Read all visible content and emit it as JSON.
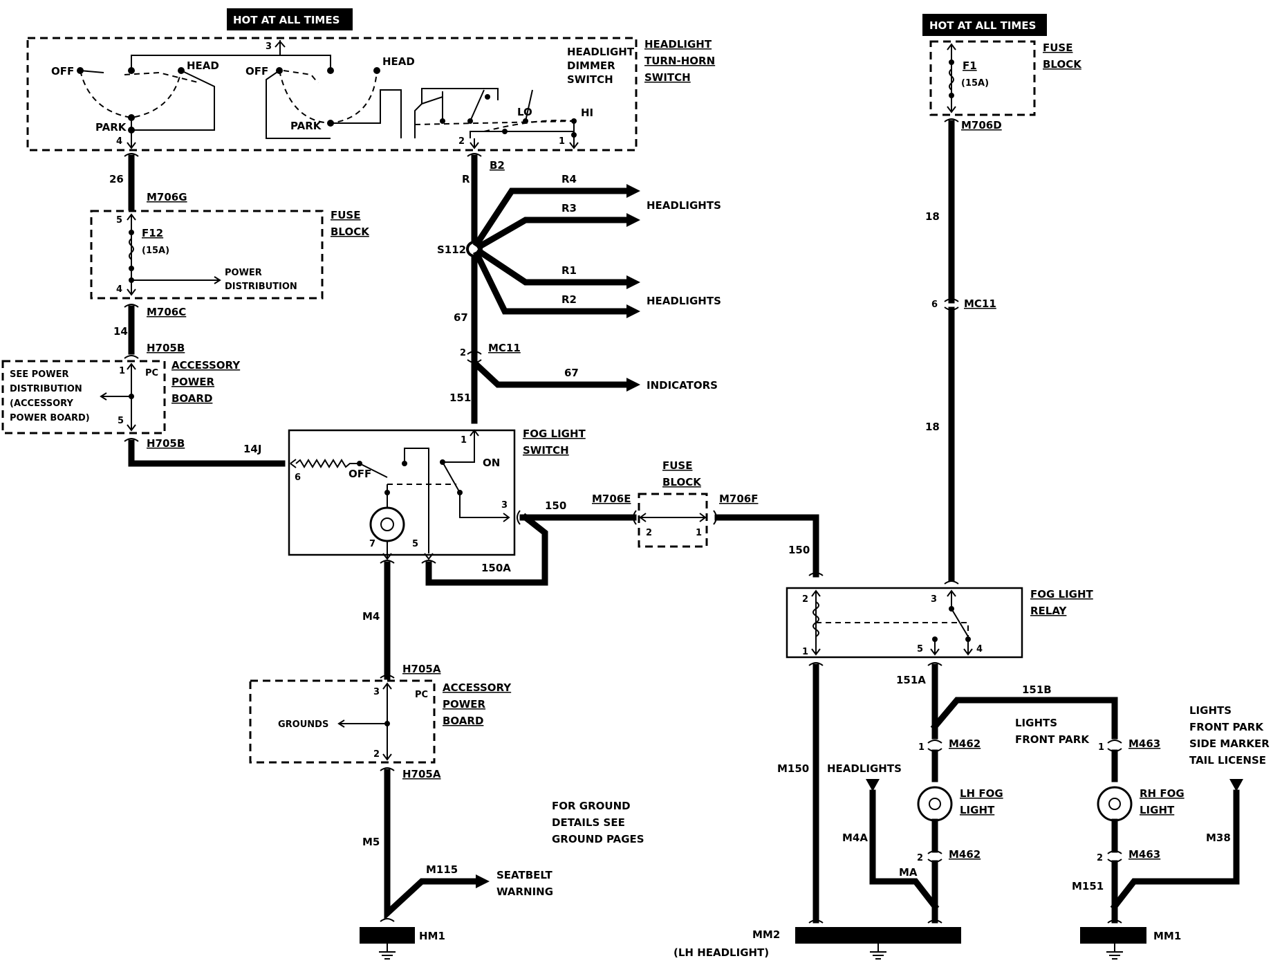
{
  "labels": {
    "hot1": "HOT AT ALL TIMES",
    "hot2": "HOT AT ALL TIMES",
    "headlight_switch_title": [
      "HEADLIGHT",
      "TURN-HORN",
      "SWITCH"
    ],
    "dimmer_switch": [
      "HEADLIGHT",
      "DIMMER",
      "SWITCH"
    ],
    "off1": "OFF",
    "head1": "HEAD",
    "park1": "PARK",
    "off2": "OFF",
    "head2": "HEAD",
    "park2": "PARK",
    "lo": "LO",
    "hi": "HI",
    "pin3_top": "3",
    "pin4_top": "4",
    "pin2_top": "2",
    "pin1_top": "1",
    "wire_26": "26",
    "m706g": "M706G",
    "fuse_block_1": [
      "FUSE",
      "BLOCK"
    ],
    "f12": "F12",
    "f12_amp": "(15A)",
    "pin5_f12": "5",
    "pin4_f12": "4",
    "power_distribution": [
      "POWER",
      "DISTRIBUTION"
    ],
    "m706c": "M706C",
    "wire_14": "14",
    "h705b_1": "H705B",
    "see_power": [
      "SEE POWER",
      "DISTRIBUTION",
      "(ACCESSORY",
      "POWER BOARD)"
    ],
    "pin1_apb": "1",
    "pc1": "PC",
    "pin5_apb": "5",
    "accessory_power_board_1": [
      "ACCESSORY",
      "POWER",
      "BOARD"
    ],
    "h705b_2": "H705B",
    "wire_14j": "14J",
    "r": "R",
    "b2": "B2",
    "s112": "S112",
    "r4": "R4",
    "r3": "R3",
    "r1": "R1",
    "r2": "R2",
    "headlights_1": "HEADLIGHTS",
    "headlights_2": "HEADLIGHTS",
    "wire_67a": "67",
    "mc11_1": "MC11",
    "pin2_mc11": "2",
    "wire_67b": "67",
    "indicators": "INDICATORS",
    "wire_151": "151",
    "fog_switch_title": [
      "FOG LIGHT",
      "SWITCH"
    ],
    "fs_pin1": "1",
    "fs_pin6": "6",
    "fs_off": "OFF",
    "fs_on": "ON",
    "fs_pin3": "3",
    "fs_pin7": "7",
    "fs_pin5": "5",
    "wire_150a": "150A",
    "wire_150": "150",
    "m706e": "M706E",
    "m706f": "M706F",
    "fuse_block_2": [
      "FUSE",
      "BLOCK"
    ],
    "fb2_pin2": "2",
    "fb2_pin1": "1",
    "wire_m4": "M4",
    "h705a_1": "H705A",
    "accessory_power_board_2": [
      "ACCESSORY",
      "POWER",
      "BOARD"
    ],
    "apb2_pin3": "3",
    "pc2": "PC",
    "grounds": "GROUNDS",
    "apb2_pin2": "2",
    "h705a_2": "H705A",
    "wire_m5": "M5",
    "wire_m115": "M115",
    "seatbelt": [
      "SEATBELT",
      "WARNING"
    ],
    "hm1": "HM1",
    "ground_note": [
      "FOR GROUND",
      "DETAILS SEE",
      "GROUND PAGES"
    ],
    "fuse_block_3": [
      "FUSE",
      "BLOCK"
    ],
    "f1": "F1",
    "f1_amp": "(15A)",
    "m706d": "M706D",
    "wire_18a": "18",
    "pin6_mc11": "6",
    "mc11_2": "MC11",
    "wire_18b": "18",
    "wire_150_relay": "150",
    "relay_title": [
      "FOG LIGHT",
      "RELAY"
    ],
    "rl_pin2": "2",
    "rl_pin3": "3",
    "rl_pin1": "1",
    "rl_pin5": "5",
    "rl_pin4": "4",
    "wire_151a": "151A",
    "wire_151b": "151B",
    "pin1_m462": "1",
    "m462_1": "M462",
    "pin1_m463": "1",
    "m463_1": "M463",
    "lights_list": [
      "LIGHTS",
      "FRONT PARK",
      "SIDE MARKER",
      "TAIL LICENSE"
    ],
    "wire_m150": "M150",
    "headlights_3": "HEADLIGHTS",
    "lh_fog": [
      "LH FOG",
      "LIGHT"
    ],
    "rh_fog": [
      "RH FOG",
      "LIGHT"
    ],
    "wire_m4a": "M4A",
    "pin2_m462": "2",
    "m462_2": "M462",
    "pin2_m463": "2",
    "m463_2": "M463",
    "wire_m38": "M38",
    "wire_ma": "MA",
    "wire_m151": "M151",
    "mm2": "MM2",
    "lh_headlight": "(LH HEADLIGHT)",
    "mm1": "MM1"
  }
}
